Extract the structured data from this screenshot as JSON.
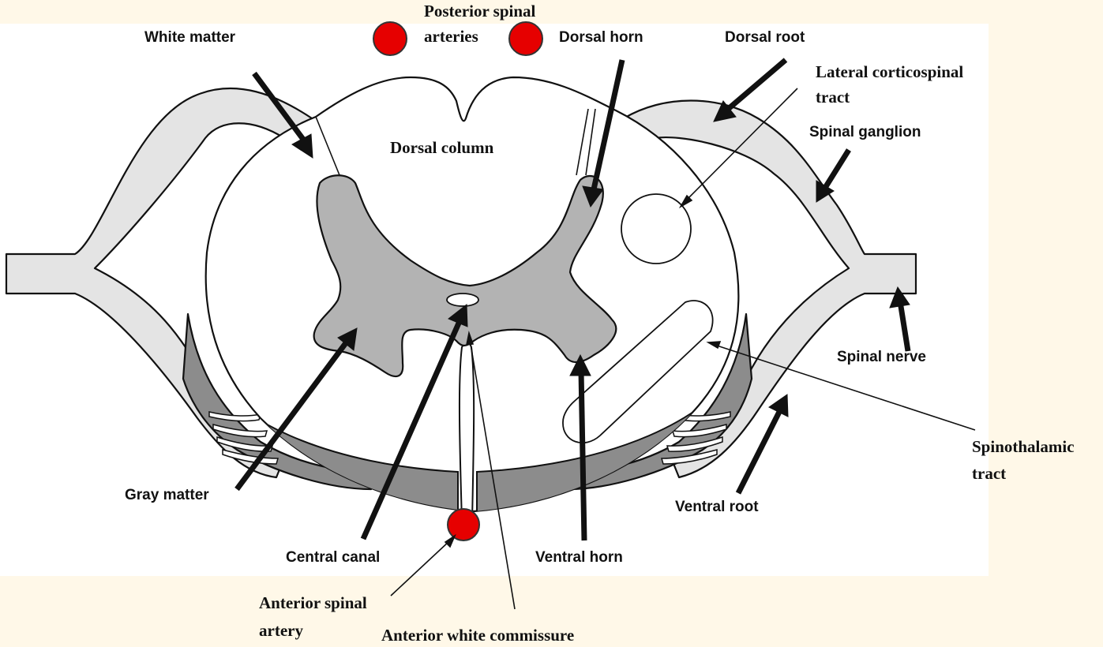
{
  "diagram": {
    "labels": {
      "white_matter": "White matter",
      "posterior_spinal_arteries_line1": "Posterior spinal",
      "posterior_spinal_arteries_line2": "arteries",
      "dorsal_horn": "Dorsal horn",
      "dorsal_root": "Dorsal root",
      "lateral_corticospinal_line1": "Lateral corticospinal",
      "lateral_corticospinal_line2": "tract",
      "spinal_ganglion": "Spinal ganglion",
      "dorsal_column": "Dorsal column",
      "spinal_nerve": "Spinal nerve",
      "spinothalamic_line1": "Spinothalamic",
      "spinothalamic_line2": "tract",
      "ventral_root": "Ventral root",
      "gray_matter": "Gray matter",
      "central_canal": "Central canal",
      "ventral_horn": "Ventral horn",
      "anterior_spinal_artery_line1": "Anterior spinal",
      "anterior_spinal_artery_line2": "artery",
      "anterior_white_commissure": "Anterior white commissure"
    },
    "colors": {
      "background": "#fff8e8",
      "panel": "#ffffff",
      "gray_matter": "#b3b3b3",
      "ventral_rootlets": "#8c8c8c",
      "nerve": "#e4e4e4",
      "artery": "#e60000",
      "outline": "#111111"
    }
  }
}
